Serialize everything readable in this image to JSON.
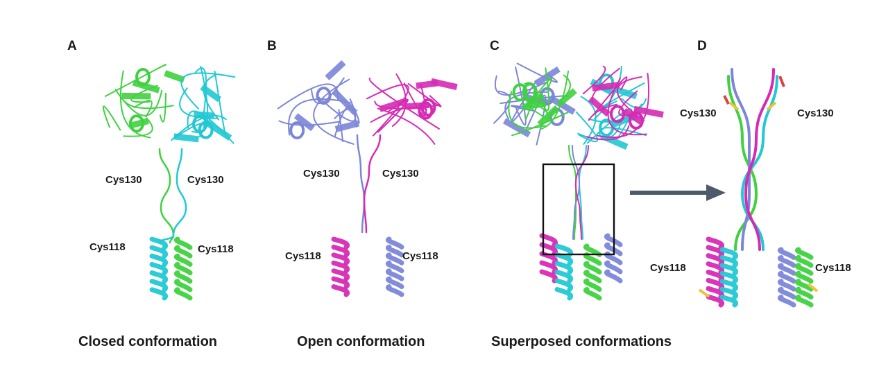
{
  "panels": [
    {
      "letter": "A",
      "caption": "Closed conformation"
    },
    {
      "letter": "B",
      "caption": "Open conformation"
    },
    {
      "letter": "C",
      "caption": "Superposed conformations"
    },
    {
      "letter": "D",
      "caption": ""
    }
  ],
  "labels": {
    "cys130": "Cys130",
    "cys118": "Cys118"
  },
  "colors": {
    "green": "#3fd13f",
    "cyan": "#21c8d4",
    "magenta": "#d62ab4",
    "lavender": "#7b86d8",
    "arrow": "#4d5a6b",
    "box": "#111111",
    "stick_yellow": "#e8c53a",
    "stick_red": "#e04040"
  }
}
